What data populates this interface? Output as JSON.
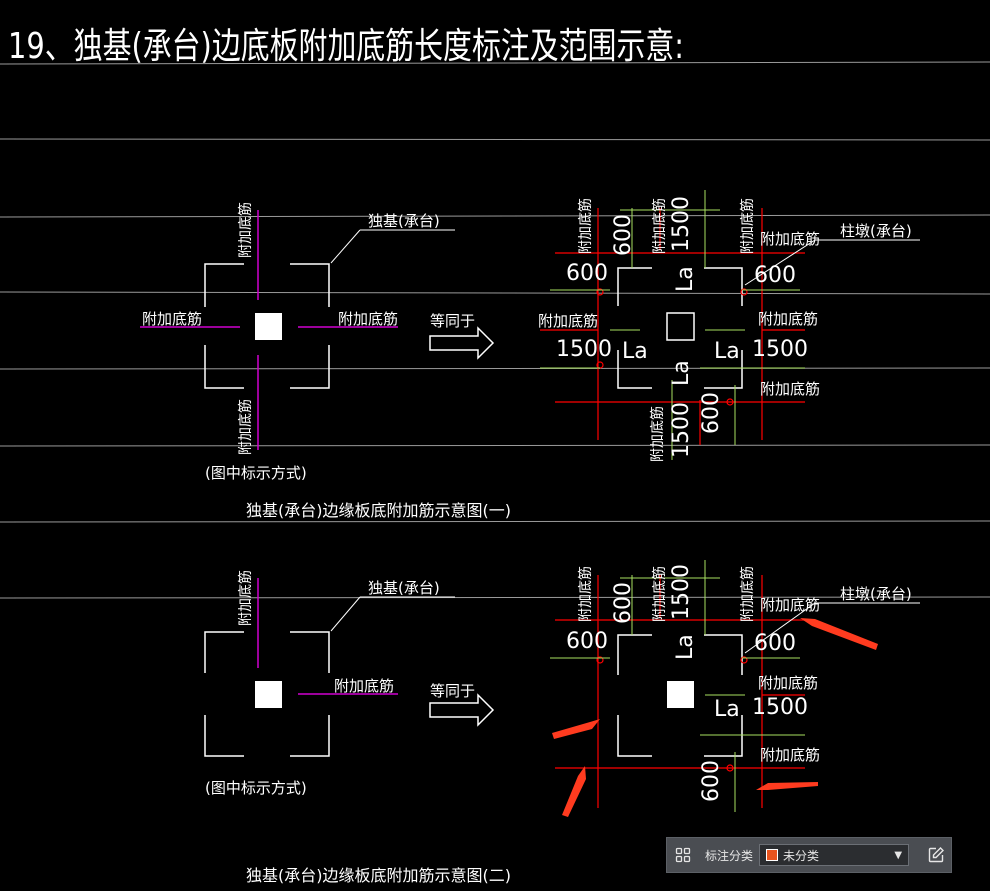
{
  "title": "19、独基(承台)边底板附加底筋长度标注及范围示意:",
  "labels": {
    "extra_bar": "附加底筋",
    "base": "独基(承台)",
    "column": "柱墩(承台)",
    "equals": "等同于",
    "notation": "(图中标示方式)",
    "la": "La",
    "d600": "600",
    "d1500": "1500"
  },
  "captions": {
    "fig1": "独基(承台)边缘板底附加筋示意图(一)",
    "fig2": "独基(承台)边缘板底附加筋示意图(二)"
  },
  "toolbar": {
    "label": "标注分类",
    "selected": "未分类",
    "swatch_color": "#e8541e"
  },
  "colors": {
    "magenta": "#d000d0",
    "red": "#ff0000",
    "green": "#a8e060",
    "accent_red": "#ff3b1f"
  }
}
